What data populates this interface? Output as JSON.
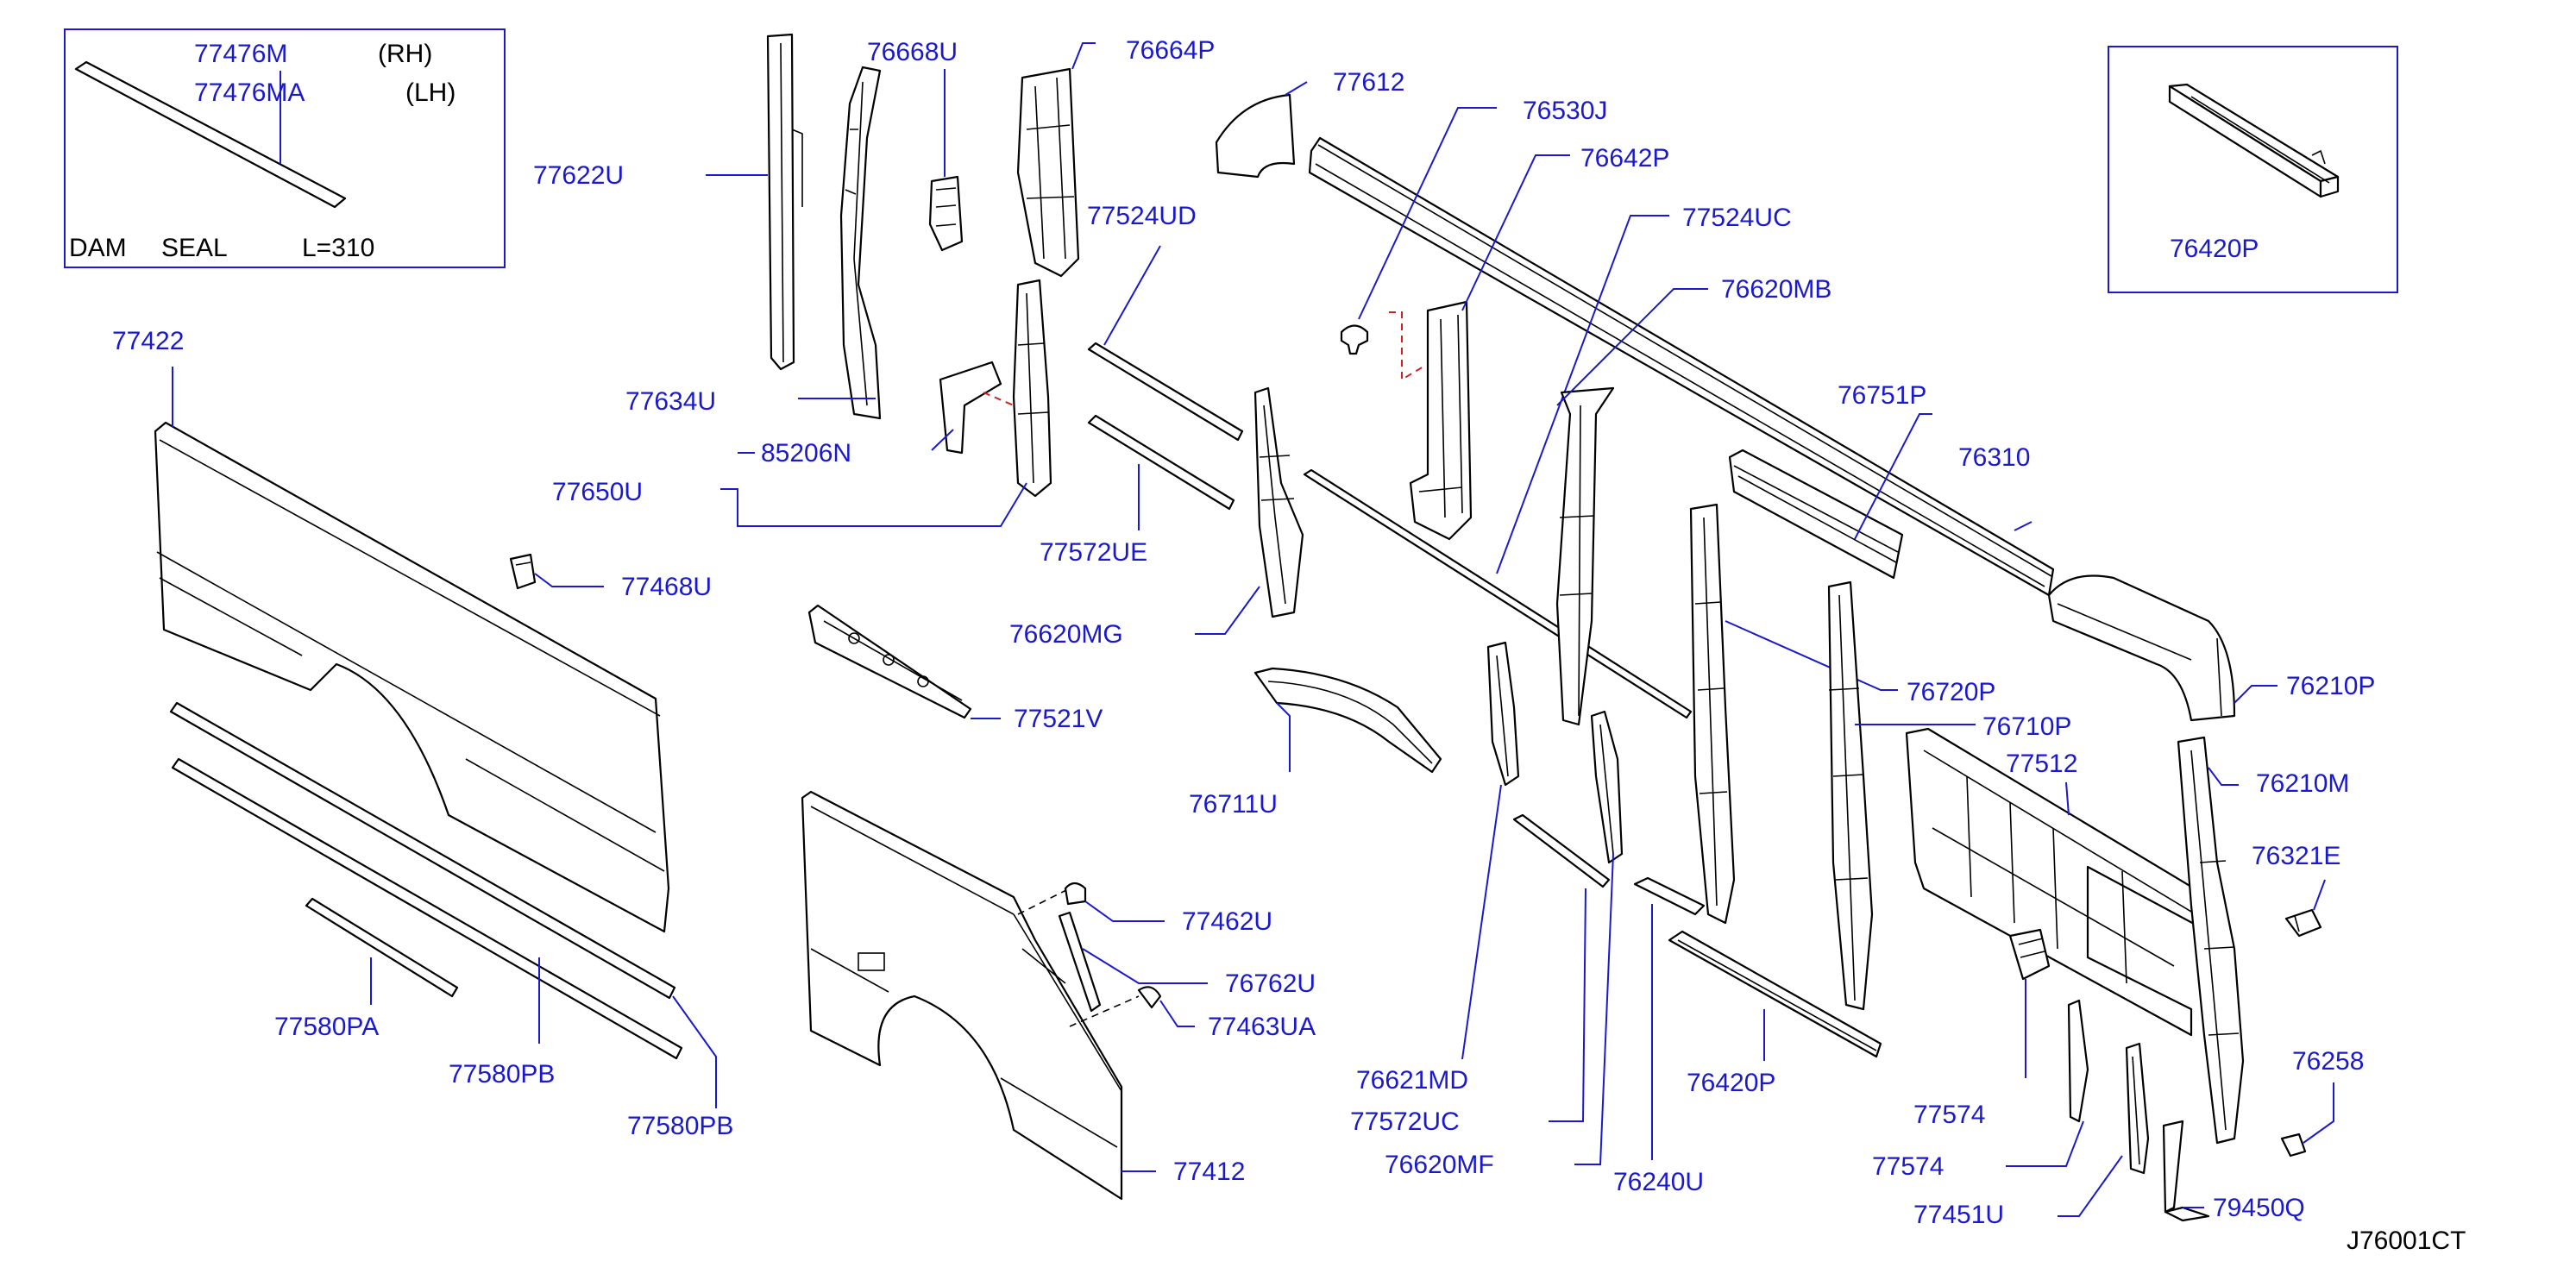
{
  "diagram_id": "J76001CT",
  "inset_seal": {
    "part_rh": "77476M",
    "part_lh": "77476MA",
    "rh": "(RH)",
    "lh": "(LH)",
    "caption_dam": "DAM",
    "caption_seal": "SEAL",
    "caption_length": "L=310"
  },
  "inset_part": "76420P",
  "labels": {
    "p77622U": "77622U",
    "p76668U": "76668U",
    "p76664P": "76664P",
    "p77612": "77612",
    "p76530J": "76530J",
    "p76642P": "76642P",
    "p77524UD": "77524UD",
    "p77524UC": "77524UC",
    "p76620MB": "76620MB",
    "p77634U": "77634U",
    "p85206N": "85206N",
    "p77650U": "77650U",
    "p77422": "77422",
    "p77468U": "77468U",
    "p77572UE": "77572UE",
    "p76620MG": "76620MG",
    "p76751P": "76751P",
    "p76310": "76310",
    "p77521V": "77521V",
    "p76711U": "76711U",
    "p76720P": "76720P",
    "p76710P": "76710P",
    "p76210P": "76210P",
    "p77512": "77512",
    "p76210M": "76210M",
    "p76321E": "76321E",
    "p77462U": "77462U",
    "p76762U": "76762U",
    "p77463UA": "77463UA",
    "p77580PA": "77580PA",
    "p77580PB_a": "77580PB",
    "p77580PB_b": "77580PB",
    "p76621MD": "76621MD",
    "p77572UC": "77572UC",
    "p76620MF": "76620MF",
    "p76420P": "76420P",
    "p76240U": "76240U",
    "p77574_a": "77574",
    "p77574_b": "77574",
    "p77451U": "77451U",
    "p76258": "76258",
    "p79450Q": "79450Q",
    "p77412": "77412"
  }
}
